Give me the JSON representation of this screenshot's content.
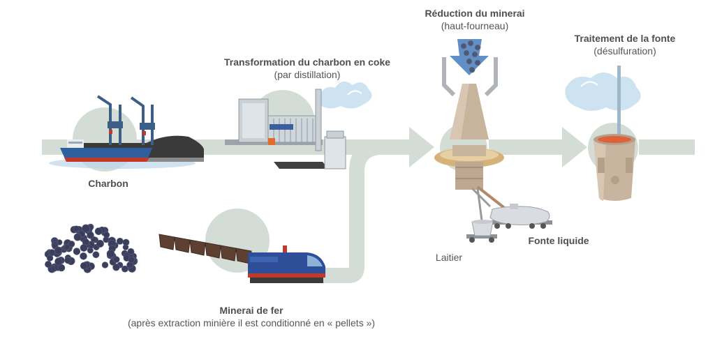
{
  "colors": {
    "flow": "#d3ddd6",
    "background": "#ffffff",
    "text_title": "#4f4f4f",
    "text_sub": "#555555",
    "ship_hull": "#2f5f9c",
    "ship_red": "#c0392b",
    "crane": "#3b5f86",
    "coal": "#3a3a3a",
    "locomotive": "#2e4e9a",
    "wagon": "#5e4032",
    "pellet": "#3a3e5a",
    "furnace": "#c8b39d",
    "ladle": "#c9b59f",
    "molten": "#e0603a",
    "steam": "#cde3f1"
  },
  "labels": {
    "coal": {
      "title": "Charbon"
    },
    "coke": {
      "title": "Transformation du charbon en coke",
      "subtitle": "(par distillation)"
    },
    "ore": {
      "title": "Minerai de fer",
      "subtitle": "(après extraction minière il est conditionné en « pellets »)"
    },
    "furnace": {
      "title": "Réduction du minerai",
      "subtitle": "(haut-fourneau)"
    },
    "treatment": {
      "title": "Traitement de la fonte",
      "subtitle": "(désulfuration)"
    },
    "pig_iron": {
      "title": "Fonte liquide"
    },
    "slag": {
      "title": "Laitier"
    }
  },
  "icons": {
    "coal": "coal-ship-icon",
    "coke": "coke-plant-icon",
    "ore": "ore-train-icon",
    "pellets": "iron-pellets-icon",
    "furnace": "blast-furnace-icon",
    "treatment": "desulfurization-ladle-icon",
    "torpedo": "torpedo-car-icon",
    "slag": "slag-pot-icon"
  }
}
